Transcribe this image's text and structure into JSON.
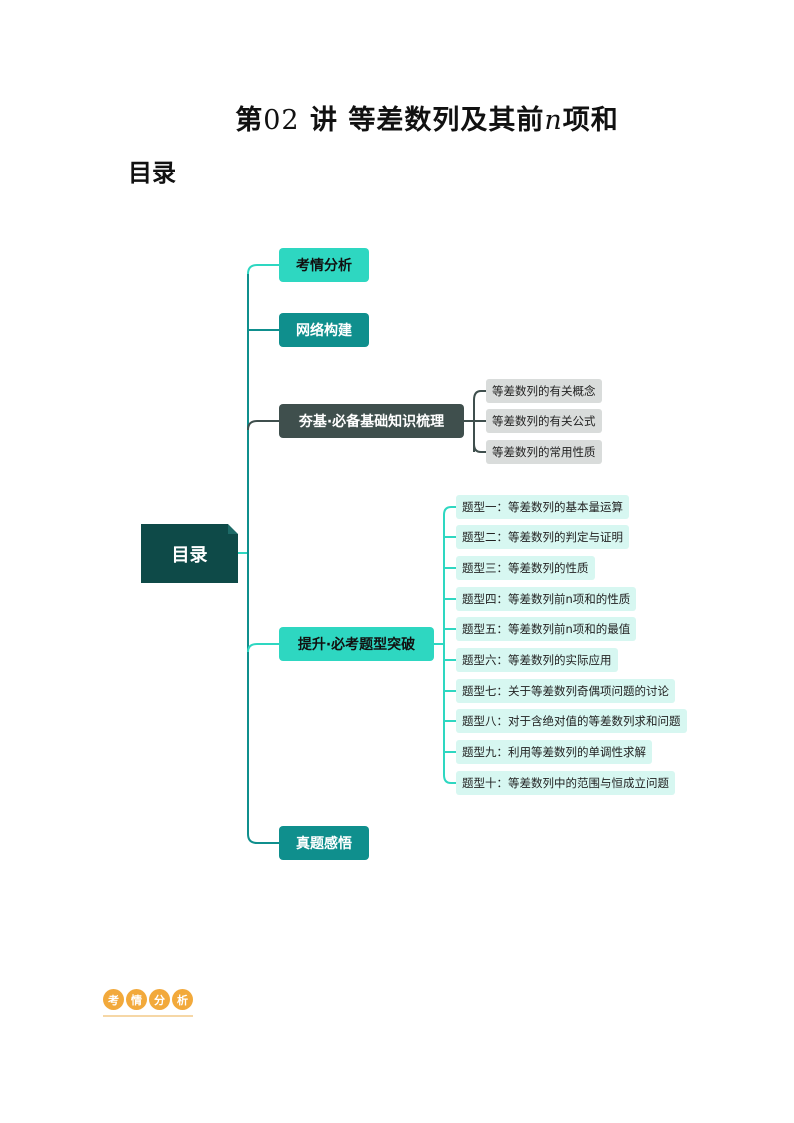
{
  "title": {
    "prefix": "第",
    "num": "02",
    "mid": "讲  等差数列及其前",
    "var": "n",
    "suffix": "项和"
  },
  "toc_heading": "目录",
  "mindmap": {
    "root": "目录",
    "branches": [
      {
        "label": "考情分析"
      },
      {
        "label": "网络构建"
      },
      {
        "label": "夯基·必备基础知识梳理",
        "children": [
          "等差数列的有关概念",
          "等差数列的有关公式",
          "等差数列的常用性质"
        ]
      },
      {
        "label": "提升·必考题型突破",
        "children": [
          "题型一：等差数列的基本量运算",
          "题型二：等差数列的判定与证明",
          "题型三：等差数列的性质",
          "题型四：等差数列前n项和的性质",
          "题型五：等差数列前n项和的最值",
          "题型六：等差数列的实际应用",
          "题型七：关于等差数列奇偶项问题的讨论",
          "题型八：对于含绝对值的等差数列求和问题",
          "题型九：利用等差数列的单调性求解",
          "题型十：等差数列中的范围与恒成立问题"
        ]
      },
      {
        "label": "真题感悟"
      }
    ]
  },
  "badge": [
    "考",
    "情",
    "分",
    "析"
  ],
  "colors": {
    "teal": "#2ed7c1",
    "dark_teal": "#0f8f8d",
    "gray": "#3f4f4d",
    "root": "#0e4a48",
    "badge": "#f2a93b"
  }
}
